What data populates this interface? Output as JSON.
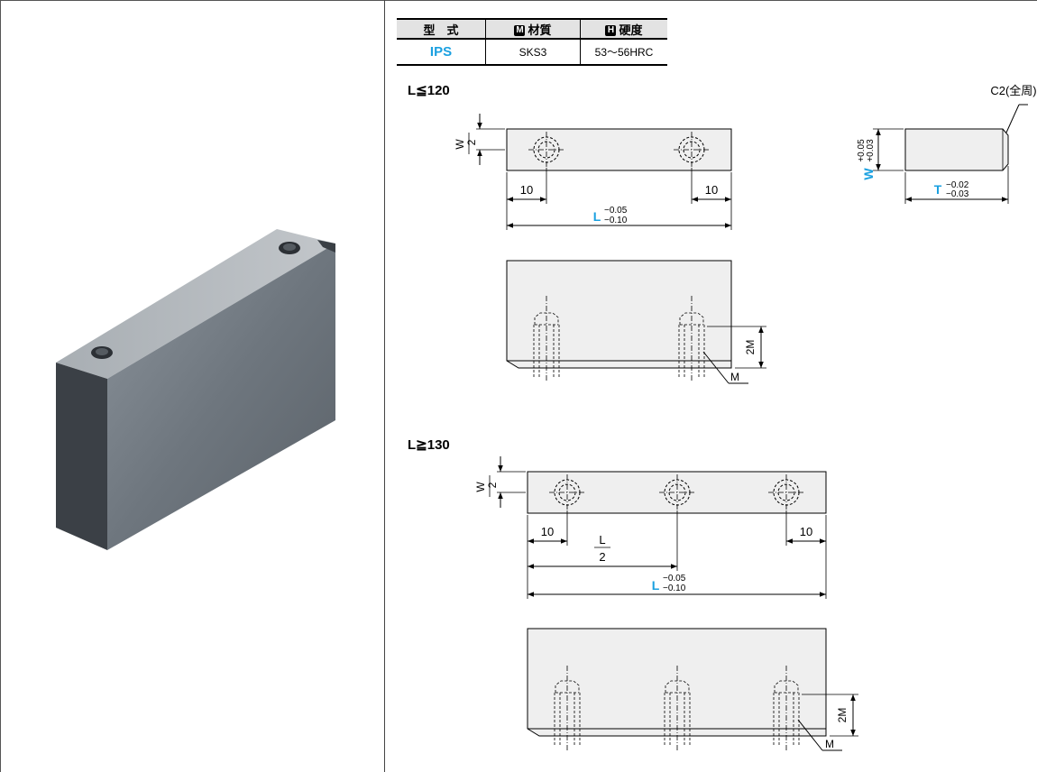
{
  "spec_table": {
    "headers": {
      "model": "型　式",
      "material_icon": "M",
      "material": "材質",
      "hardness_icon": "H",
      "hardness": "硬度"
    },
    "row": {
      "model": "IPS",
      "material": "SKS3",
      "hardness": "53〜56HRC"
    }
  },
  "section_a": {
    "heading": "L≦120",
    "w_over": "W",
    "w_under": "2",
    "dim_left": "10",
    "dim_right": "10",
    "length_label": "L",
    "length_tol_upper": "−0.05",
    "length_tol_lower": "−0.10",
    "height_label": "2M",
    "thread_label": "M"
  },
  "side_view": {
    "chamfer_label": "C2(全周)",
    "w_label": "W",
    "w_tol_upper": "+0.05",
    "w_tol_lower": "+0.03",
    "t_label": "T",
    "t_tol_upper": "−0.02",
    "t_tol_lower": "−0.03"
  },
  "section_b": {
    "heading": "L≧130",
    "w_over": "W",
    "w_under": "2",
    "dim_left": "10",
    "dim_right": "10",
    "half_over": "L",
    "half_under": "2",
    "length_label": "L",
    "length_tol_upper": "−0.05",
    "length_tol_lower": "−0.10",
    "height_label": "2M",
    "thread_label": "M"
  },
  "colors": {
    "accent": "#1aa0e0",
    "line": "#000000"
  }
}
